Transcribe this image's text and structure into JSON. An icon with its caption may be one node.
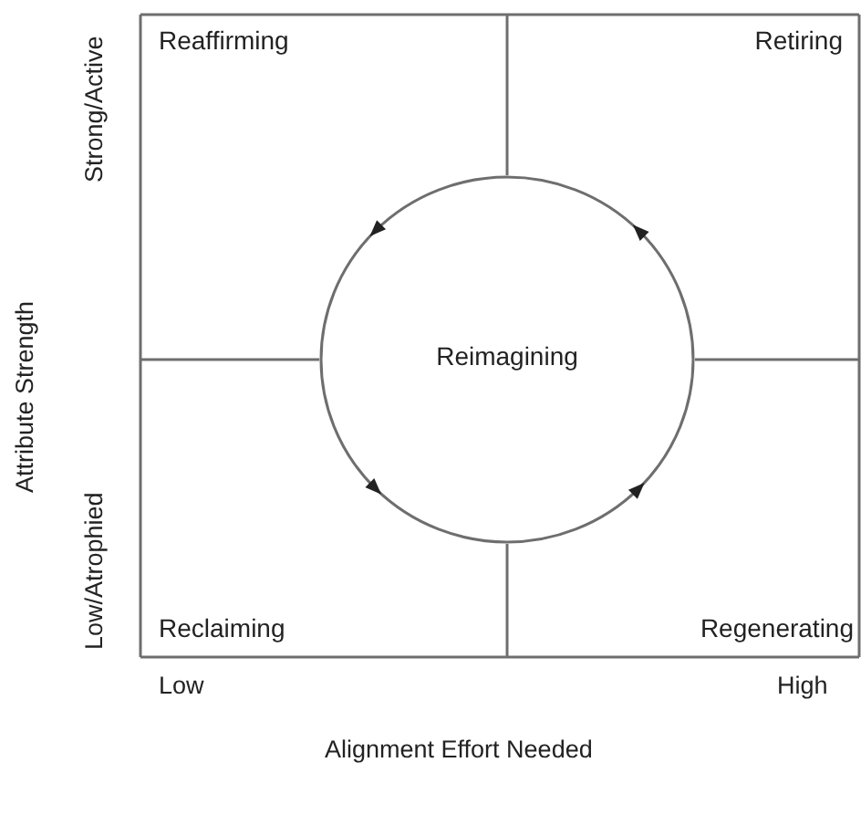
{
  "diagram": {
    "nodes": [
      {
        "text": [
          "Reaffirming"
        ]
      },
      {
        "text": [
          "Retiring"
        ]
      },
      {
        "text": [
          "Reclaiming"
        ]
      },
      {
        "text": [
          "Regenerating"
        ]
      },
      {
        "text": [
          "Reimagining"
        ]
      }
    ],
    "edges": [],
    "labels": [
      "Strong/Active",
      "Attribute Strength",
      "Low/Atrophied",
      "Low",
      "High",
      "Alignment Effort Needed"
    ]
  }
}
